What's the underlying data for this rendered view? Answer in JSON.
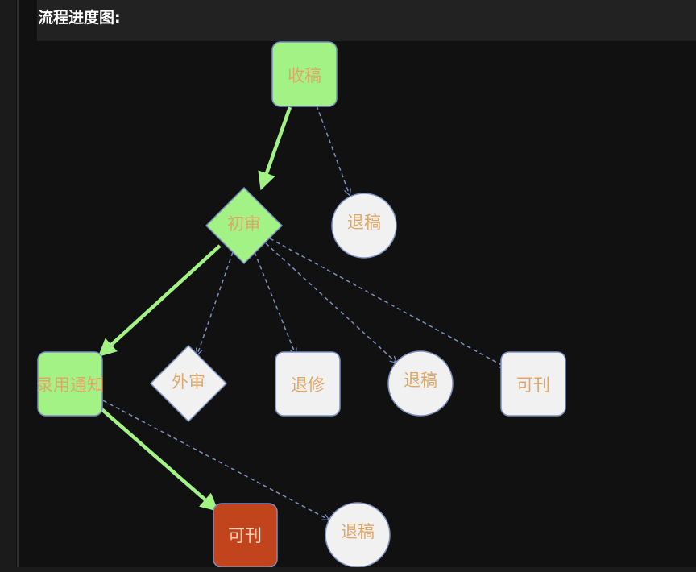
{
  "header": {
    "title": "流程进度图:"
  },
  "colors": {
    "active_fill": "#a3f286",
    "pending_fill": "#f1f1f1",
    "current_fill": "#c1441d",
    "node_border": "#7b8fbf",
    "active_edge": "#a3f286",
    "pending_edge": "#7b8fbf",
    "label_text": "#e0a868"
  },
  "nodes": [
    {
      "id": "n1",
      "label": "收稿",
      "shape": "rounded-rect",
      "state": "active"
    },
    {
      "id": "n2",
      "label": "初审",
      "shape": "diamond",
      "state": "active"
    },
    {
      "id": "n3",
      "label": "退稿",
      "shape": "circle",
      "state": "pending"
    },
    {
      "id": "n4",
      "label": "录用通知",
      "shape": "rounded-rect",
      "state": "active"
    },
    {
      "id": "n5",
      "label": "外审",
      "shape": "diamond",
      "state": "pending"
    },
    {
      "id": "n6",
      "label": "退修",
      "shape": "rounded-rect",
      "state": "pending"
    },
    {
      "id": "n7",
      "label": "退稿",
      "shape": "circle",
      "state": "pending"
    },
    {
      "id": "n8",
      "label": "可刊",
      "shape": "rounded-rect",
      "state": "pending"
    },
    {
      "id": "n9",
      "label": "可刊",
      "shape": "rounded-rect",
      "state": "current"
    },
    {
      "id": "n10",
      "label": "退稿",
      "shape": "circle",
      "state": "pending"
    }
  ],
  "edges": [
    {
      "from": "n1",
      "to": "n2",
      "style": "active"
    },
    {
      "from": "n1",
      "to": "n3",
      "style": "pending"
    },
    {
      "from": "n2",
      "to": "n4",
      "style": "active"
    },
    {
      "from": "n2",
      "to": "n5",
      "style": "pending"
    },
    {
      "from": "n2",
      "to": "n6",
      "style": "pending"
    },
    {
      "from": "n2",
      "to": "n7",
      "style": "pending"
    },
    {
      "from": "n2",
      "to": "n8",
      "style": "pending"
    },
    {
      "from": "n4",
      "to": "n9",
      "style": "active"
    },
    {
      "from": "n4",
      "to": "n10",
      "style": "pending"
    }
  ]
}
